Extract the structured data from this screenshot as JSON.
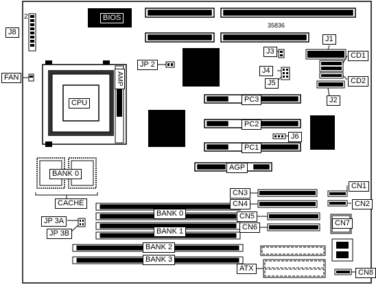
{
  "board": {
    "number": "35836",
    "jumper_number_2": "2"
  },
  "labels": {
    "bios": "BIOS",
    "j8": "J8",
    "fan": "FAN",
    "jp2": "JP 2",
    "cpu": "CPU",
    "amp": "AMP",
    "j3": "J3",
    "j4": "J4",
    "j5": "J5",
    "j1": "J1",
    "cd1": "CD1",
    "cd2": "CD2",
    "j2": "J2",
    "pc3": "PC3",
    "pc2": "PC2",
    "pc1": "PC1",
    "j6": "J6",
    "agp": "AGP",
    "bank0_cache": "BANK 0",
    "cache": "CACHE",
    "cn1": "CN1",
    "cn2": "CN2",
    "cn3": "CN3",
    "cn4": "CN4",
    "cn5": "CN5",
    "cn6": "CN6",
    "cn7": "CN7",
    "cn8": "CN8",
    "jp3a": "JP 3A",
    "jp3b": "JP 3B",
    "bank0": "BANK 0",
    "bank1": "BANK 1",
    "bank2": "BANK 2",
    "bank3": "BANK 3",
    "atx": "ATX"
  }
}
